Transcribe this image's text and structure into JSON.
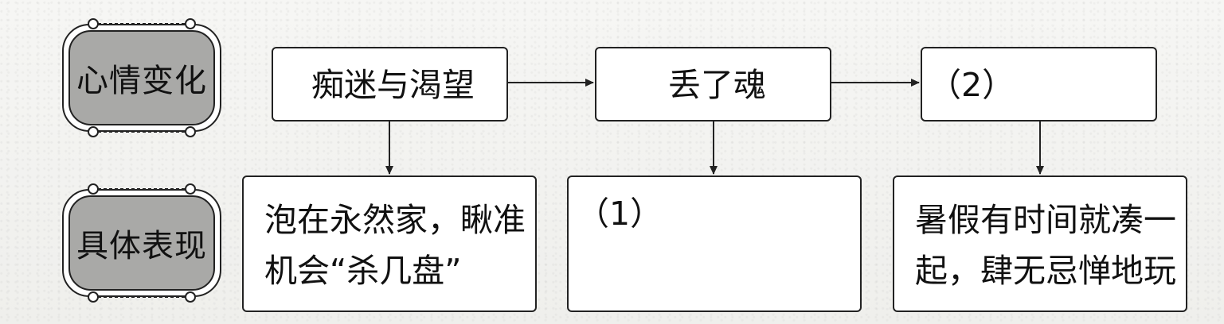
{
  "row_labels": {
    "mood": "心情变化",
    "behavior": "具体表现"
  },
  "mood_boxes": [
    "痴迷与渴望",
    "丢了魂",
    "（2）"
  ],
  "behavior_boxes": [
    "泡在永然家，瞅准\n机会“杀几盘”",
    "（1）",
    "暑假有时间就凑一\n起，肆无忌惮地玩"
  ]
}
